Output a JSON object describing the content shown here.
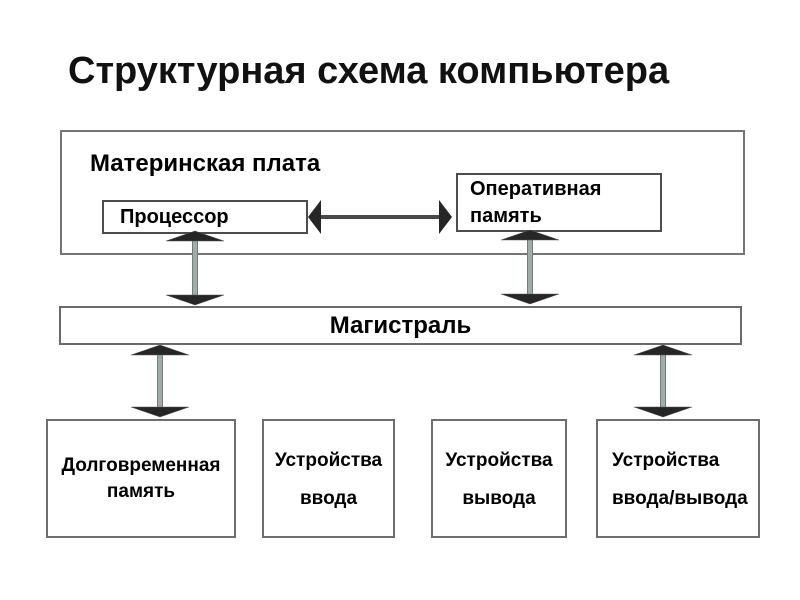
{
  "title": "Структурная схема компьютера",
  "motherboard": {
    "label": "Материнская плата"
  },
  "boxes": {
    "processor": {
      "label": "Процессор"
    },
    "ram": {
      "line1": "Оперативная",
      "line2": "память"
    },
    "bus": {
      "label": "Магистраль"
    },
    "long_term_memory": {
      "line1": "Долговременная",
      "line2": "память"
    },
    "input_devices": {
      "line1": "Устройства",
      "line2": "ввода"
    },
    "output_devices": {
      "line1": "Устройства",
      "line2": "вывода"
    },
    "io_devices": {
      "line1": "Устройства",
      "line2": "ввода/вывода"
    }
  },
  "connectors": [
    {
      "name": "processor-ram",
      "type": "double-arrow-horizontal"
    },
    {
      "name": "processor-bus",
      "type": "double-arrow-vertical"
    },
    {
      "name": "ram-bus",
      "type": "double-arrow-vertical"
    },
    {
      "name": "bus-long-term-memory",
      "type": "double-arrow-vertical"
    },
    {
      "name": "bus-io-devices",
      "type": "double-arrow-vertical"
    }
  ],
  "colors": {
    "background": "#ffffff",
    "text": "#000000",
    "box_border": "#6e6e6e",
    "arrow_head_dark": "#262626",
    "arrow_shaft_vertical": "#9fada6",
    "arrow_shaft_horizontal": "#4a4a4a"
  }
}
